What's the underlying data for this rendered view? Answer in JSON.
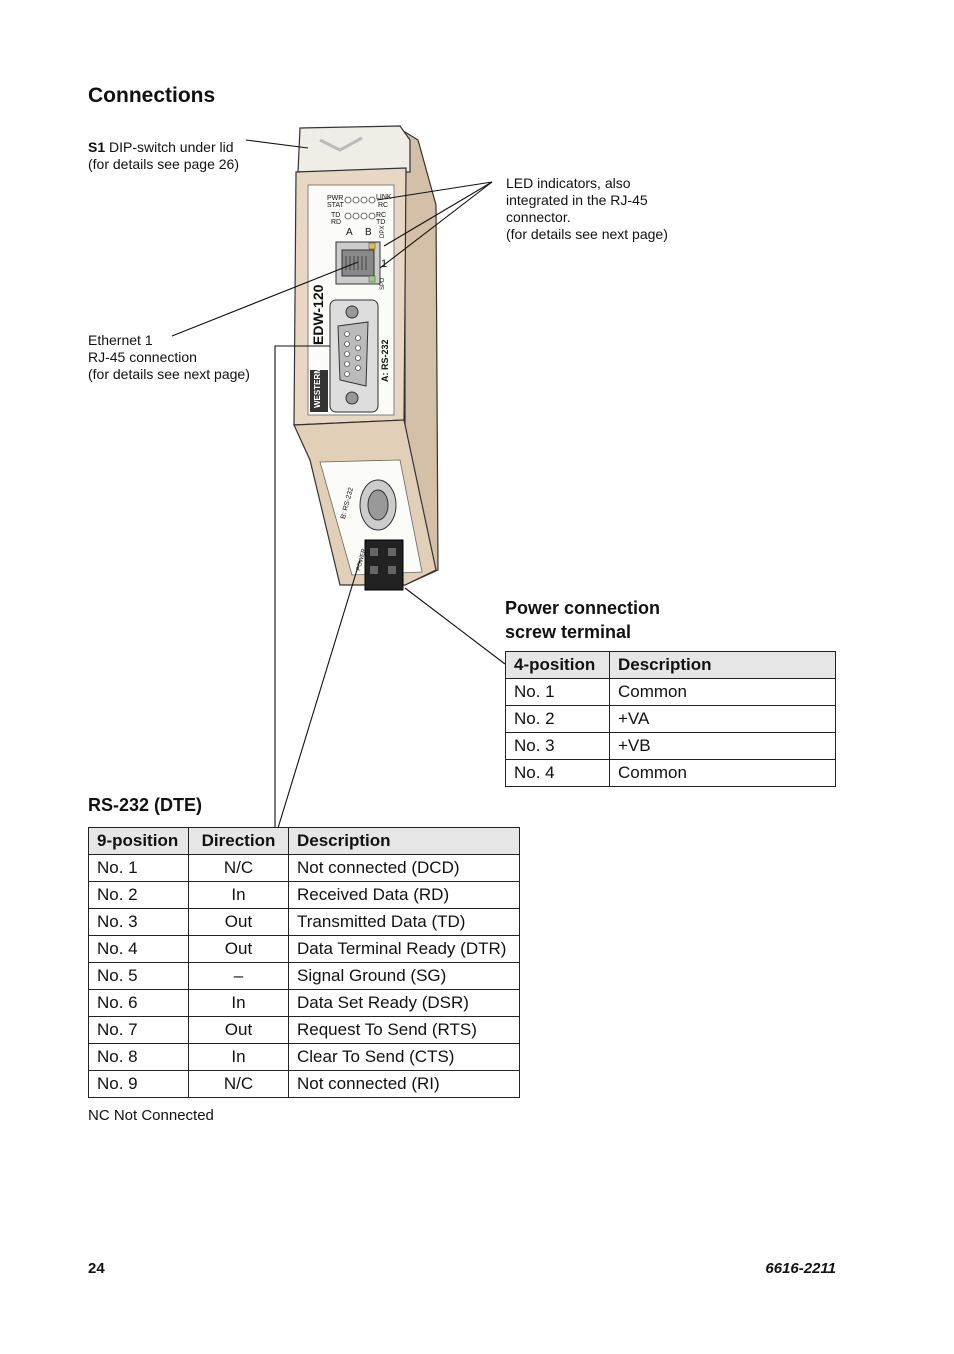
{
  "heading": "Connections",
  "annotations": {
    "s1_bold": "S1",
    "s1_text": " DIP-switch under lid\n(for details see page 26)",
    "led": "LED indicators, also\nintegrated in the RJ-45\nconnector.\n(for details see next page)",
    "ethernet": "Ethernet 1\nRJ-45 connection\n(for details see next page)"
  },
  "device": {
    "model": "EDW-120",
    "brand": "WESTERMO",
    "led_labels": [
      "PWR",
      "STAT",
      "LINK",
      "RC",
      "TD",
      "RD",
      "RC",
      "TD"
    ],
    "port_a": "A: RS-232",
    "port_b": "B: RS-232",
    "ab": [
      "A",
      "B"
    ],
    "one": "1",
    "dp": "DPX",
    "spd": "SPD",
    "power": "POWER"
  },
  "power": {
    "title": "Power connection\nscrew terminal",
    "headers": [
      "4-position",
      "Description"
    ],
    "rows": [
      [
        "No. 1",
        "Common"
      ],
      [
        "No. 2",
        "+VA"
      ],
      [
        "No. 3",
        "+VB"
      ],
      [
        "No. 4",
        "Common"
      ]
    ]
  },
  "rs232": {
    "title": "RS-232 (DTE)",
    "headers": [
      "9-position",
      "Direction",
      "Description"
    ],
    "rows": [
      [
        "No. 1",
        "N/C",
        "Not connected (DCD)"
      ],
      [
        "No. 2",
        "In",
        "Received Data (RD)"
      ],
      [
        "No. 3",
        "Out",
        "Transmitted Data (TD)"
      ],
      [
        "No. 4",
        "Out",
        "Data Terminal Ready (DTR)"
      ],
      [
        "No. 5",
        "–",
        "Signal Ground (SG)"
      ],
      [
        "No. 6",
        "In",
        "Data Set Ready (DSR)"
      ],
      [
        "No. 7",
        "Out",
        "Request To Send (RTS)"
      ],
      [
        "No. 8",
        "In",
        "Clear To Send (CTS)"
      ],
      [
        "No. 9",
        "N/C",
        "Not connected (RI)"
      ]
    ],
    "footnote": "NC  Not Connected"
  },
  "footer": {
    "page": "24",
    "doc": "6616-2211"
  }
}
